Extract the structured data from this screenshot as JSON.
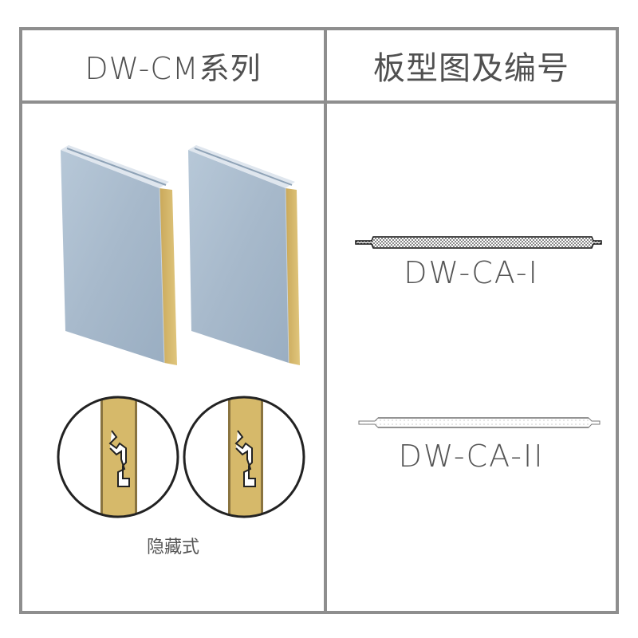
{
  "table": {
    "header_left": "DW-CM系列",
    "header_right": "板型图及编号"
  },
  "left_column": {
    "joint_caption": "隐藏式"
  },
  "right_column": {
    "profiles": [
      {
        "model": "DW-CA-I"
      },
      {
        "model": "DW-CA-II"
      }
    ]
  },
  "colors": {
    "border": "#8e8e8e",
    "panel_face": "#a9bccd",
    "core": "#d6b96a",
    "text": "#505050"
  }
}
